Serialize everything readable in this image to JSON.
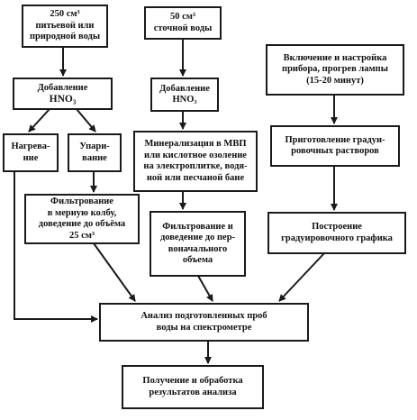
{
  "diagram": {
    "boxes": {
      "drinking_water": {
        "lines": [
          "250 см³",
          "питьевой или",
          "природной воды"
        ]
      },
      "waste_water": {
        "lines": [
          "50 см³",
          "сточной воды"
        ]
      },
      "instrument_setup": {
        "lines": [
          "Включение и настройка",
          "прибора, прогрев лампы",
          "(15-20 минут)"
        ]
      },
      "add_hno3_left": {
        "lines": [
          "Добавление",
          "HNO₃"
        ]
      },
      "add_hno3_mid": {
        "lines": [
          "Добавление",
          "HNO₃"
        ]
      },
      "heating": {
        "lines": [
          "Нагрева-",
          "ние"
        ]
      },
      "evaporation": {
        "lines": [
          "Упари-",
          "вание"
        ]
      },
      "mineralization": {
        "lines": [
          "Минерализация в МВП",
          "или кислотное озоление",
          "на электроплитке, водя-",
          "ной или песчаной бане"
        ]
      },
      "calib_solutions": {
        "lines": [
          "Приготовление градуи-",
          "ровочных растворов"
        ]
      },
      "filter_flask": {
        "lines": [
          "Фильтрование",
          "в мерную колбу,",
          "доведение до объёма",
          "25 см³"
        ]
      },
      "filter_volume": {
        "lines": [
          "Фильтрование и",
          "доведение до пер-",
          "воначального",
          "объема"
        ]
      },
      "calib_curve": {
        "lines": [
          "Построение",
          "градуировочного графика"
        ]
      },
      "analysis": {
        "lines": [
          "Анализ подготовленных проб",
          "воды на спектрометре"
        ]
      },
      "results": {
        "lines": [
          "Получение и обработка",
          "результатов анализа"
        ]
      }
    }
  },
  "colors": {
    "line": "#1a1a1a",
    "background": "#ffffff",
    "text": "#111111"
  }
}
